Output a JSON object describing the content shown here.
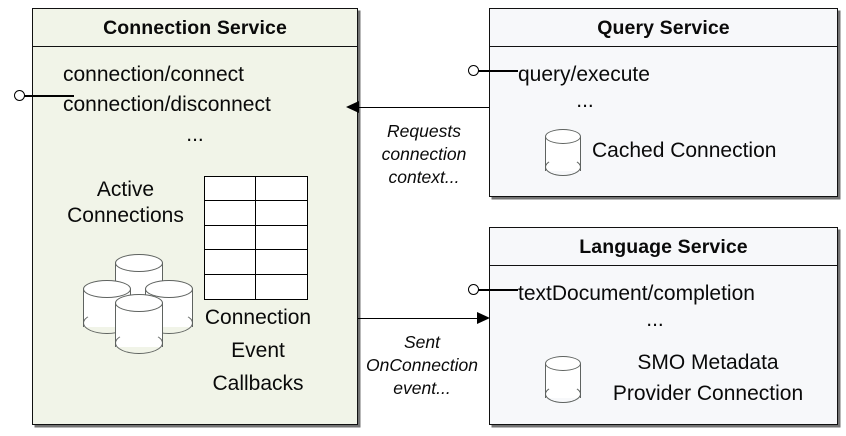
{
  "diagram": {
    "title": "Connection Service architecture component diagram",
    "colors": {
      "connection_service_fill": "#f1f4e8",
      "service_fill": "#f7f8fa",
      "stroke": "#111111",
      "cylinder_stroke": "#5f6360"
    }
  },
  "connection_service": {
    "title": "Connection Service",
    "apis": [
      "connection/connect",
      "connection/disconnect"
    ],
    "ellipsis": "...",
    "active_connections_label": "Active\nConnections",
    "active_connections_line1": "Active",
    "active_connections_line2": "Connections",
    "callbacks_label": "Connection\nEvent\nCallbacks",
    "callbacks_line1": "Connection",
    "callbacks_line2": "Event",
    "callbacks_line3": "Callbacks",
    "table": {
      "rows": 5,
      "cols": 2
    },
    "interface_icon": "lollipop-interface-icon",
    "cylinder_cluster_icon": "database-cluster-icon"
  },
  "query_service": {
    "title": "Query Service",
    "apis": [
      "query/execute"
    ],
    "ellipsis": "...",
    "resource_label": "Cached Connection",
    "interface_icon": "lollipop-interface-icon",
    "cylinder_icon": "database-icon"
  },
  "language_service": {
    "title": "Language Service",
    "apis": [
      "textDocument/completion"
    ],
    "ellipsis": "...",
    "resource_label_line1": "SMO Metadata",
    "resource_label_line2": "Provider Connection",
    "interface_icon": "lollipop-interface-icon",
    "cylinder_icon": "database-icon"
  },
  "arrows": [
    {
      "id": "query-to-connection",
      "direction": "left",
      "label_line1": "Requests",
      "label_line2": "connection",
      "label_line3": "context..."
    },
    {
      "id": "connection-to-language",
      "direction": "right",
      "label_line1": "Sent",
      "label_line2": "OnConnection",
      "label_line3": "event..."
    }
  ]
}
